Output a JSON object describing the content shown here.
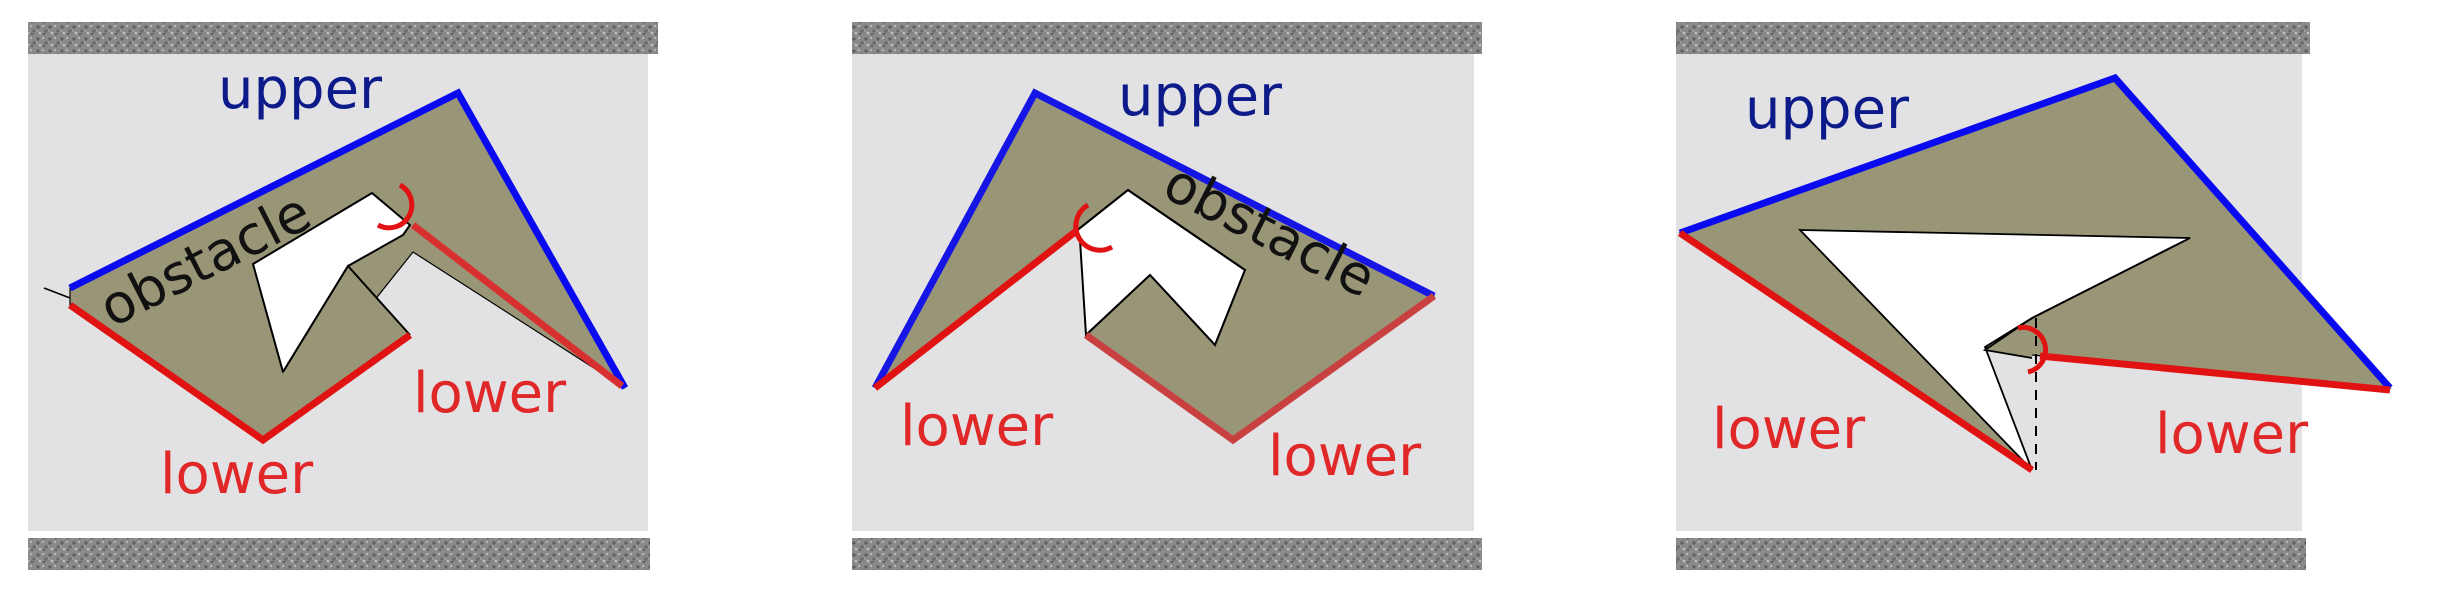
{
  "colors": {
    "upper": "#0a0af0",
    "upper_text": "#0d1a8a",
    "lower": "#e01212",
    "lower_text": "#e02828",
    "lower_dark": "#c84040",
    "obstacle_fill": "#999677",
    "obstacle_text": "#111111",
    "panel_bg": "#e2e1e3",
    "ground": "#8c8c8c"
  },
  "panels": [
    {
      "upper_label": "upper",
      "lower_labels": [
        "lower",
        "lower"
      ],
      "obstacle_label": "obstacle"
    },
    {
      "upper_label": "upper",
      "lower_labels": [
        "lower",
        "lower"
      ],
      "obstacle_label": "obstacle"
    },
    {
      "upper_label": "upper",
      "lower_labels": [
        "lower",
        "lower"
      ]
    }
  ]
}
